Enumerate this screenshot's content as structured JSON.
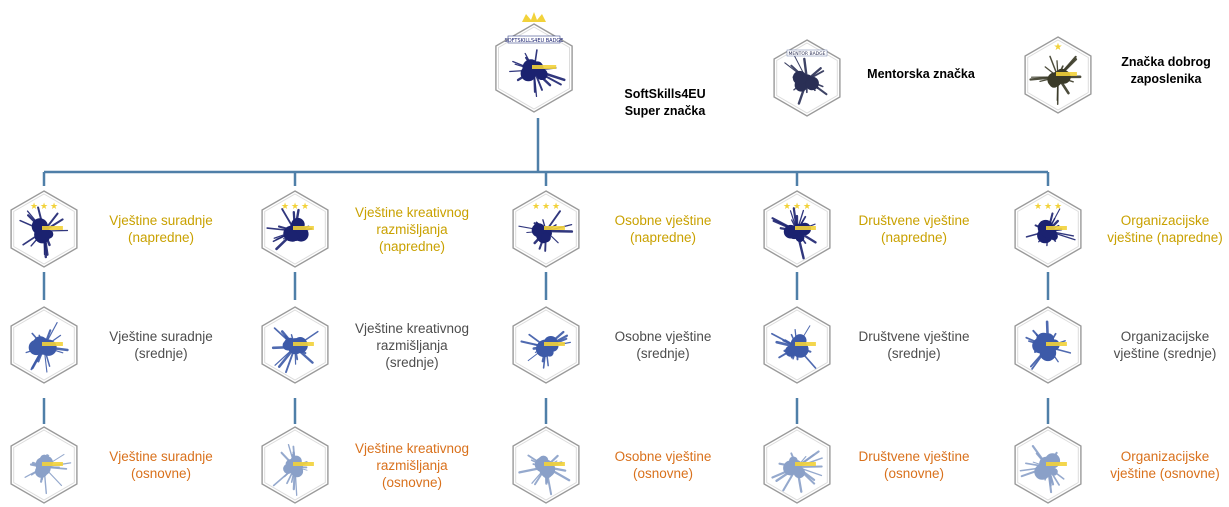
{
  "top_badges": [
    {
      "id": "super",
      "label": "SoftSkills4EU\nSuper značka",
      "badge_text": "SOFTSKILLS4EU BADGE",
      "star": "crown"
    },
    {
      "id": "mentor",
      "label": "Mentorska značka",
      "badge_text": "MENTOR BADGE",
      "star": ""
    },
    {
      "id": "employee",
      "label": "Značka dobrog\nzaposlenika",
      "badge_text": "",
      "star": "single"
    }
  ],
  "columns": [
    {
      "advanced": "Vještine suradnje\n(napredne)",
      "intermediate": "Vještine suradnje\n(srednje)",
      "basic": "Vještine suradnje\n(osnovne)"
    },
    {
      "advanced": "Vještine kreativnog\nrazmišljanja\n(napredne)",
      "intermediate": "Vještine kreativnog\nrazmišljanja\n(srednje)",
      "basic": "Vještine kreativnog\nrazmišljanja\n(osnovne)"
    },
    {
      "advanced": "Osobne vještine\n(napredne)",
      "intermediate": "Osobne vještine\n(srednje)",
      "basic": "Osobne vještine\n(osnovne)"
    },
    {
      "advanced": "Društvene vještine\n(napredne)",
      "intermediate": "Društvene vještine\n(srednje)",
      "basic": "Društvene vještine\n(osnovne)"
    },
    {
      "advanced": "Organizacijske\nvještine (napredne)",
      "intermediate": "Organizacijske\nvještine (srednje)",
      "basic": "Organizacijske\nvještine (osnovne)"
    }
  ],
  "colors": {
    "connector": "#4f7fa8",
    "advanced_text": "#c9a100",
    "intermediate_text": "#4d4d4d",
    "basic_text": "#d9711c",
    "ink_dark": "#1b2270",
    "ink_light": "#8aa0c8",
    "badge_yellow": "#f2d23a"
  }
}
